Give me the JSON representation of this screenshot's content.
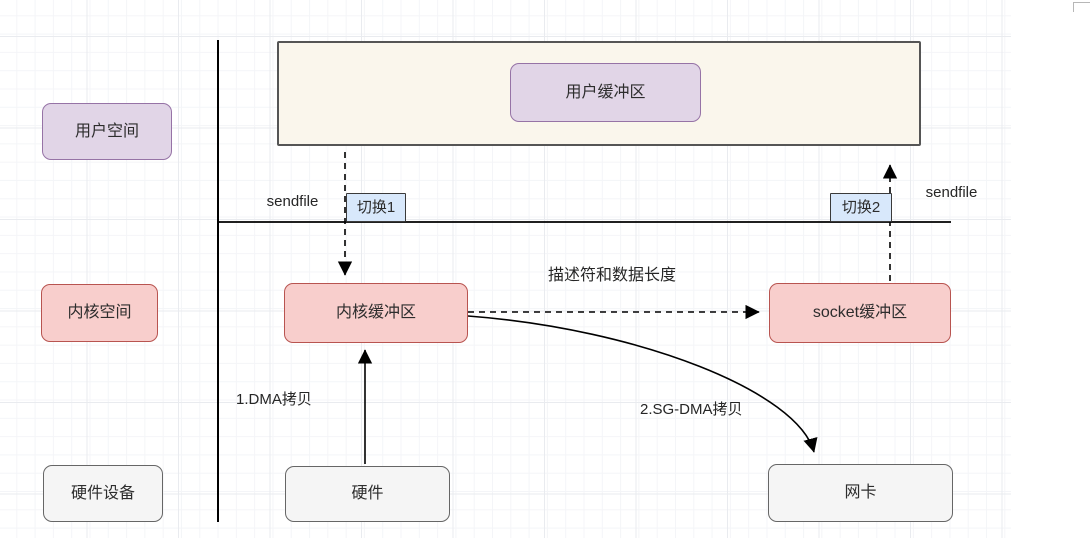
{
  "lanes": {
    "user_space": "用户空间",
    "kernel_space": "内核空间",
    "hardware_device": "硬件设备"
  },
  "nodes": {
    "user_buffer": "用户缓冲区",
    "kernel_buffer": "内核缓冲区",
    "socket_buffer": "socket缓冲区",
    "hardware": "硬件",
    "nic": "网卡"
  },
  "badges": {
    "switch1": "切换1",
    "switch2": "切换2"
  },
  "annotations": {
    "sendfile_left": "sendfile",
    "sendfile_right": "sendfile",
    "descriptor": "描述符和数据长度",
    "dma_copy": "1.DMA拷贝",
    "sg_dma_copy": "2.SG-DMA拷贝"
  },
  "colors": {
    "purple_fill": "#E1D5E7",
    "purple_stroke": "#9673A6",
    "red_fill": "#F8CECC",
    "red_stroke": "#B85450",
    "gray_fill": "#F5F5F5",
    "gray_stroke": "#666666",
    "blue_fill": "#D8E8FB",
    "blue_stroke": "#3A3A3A",
    "beige_fill": "#FAF6EC",
    "beige_stroke": "#555555"
  }
}
